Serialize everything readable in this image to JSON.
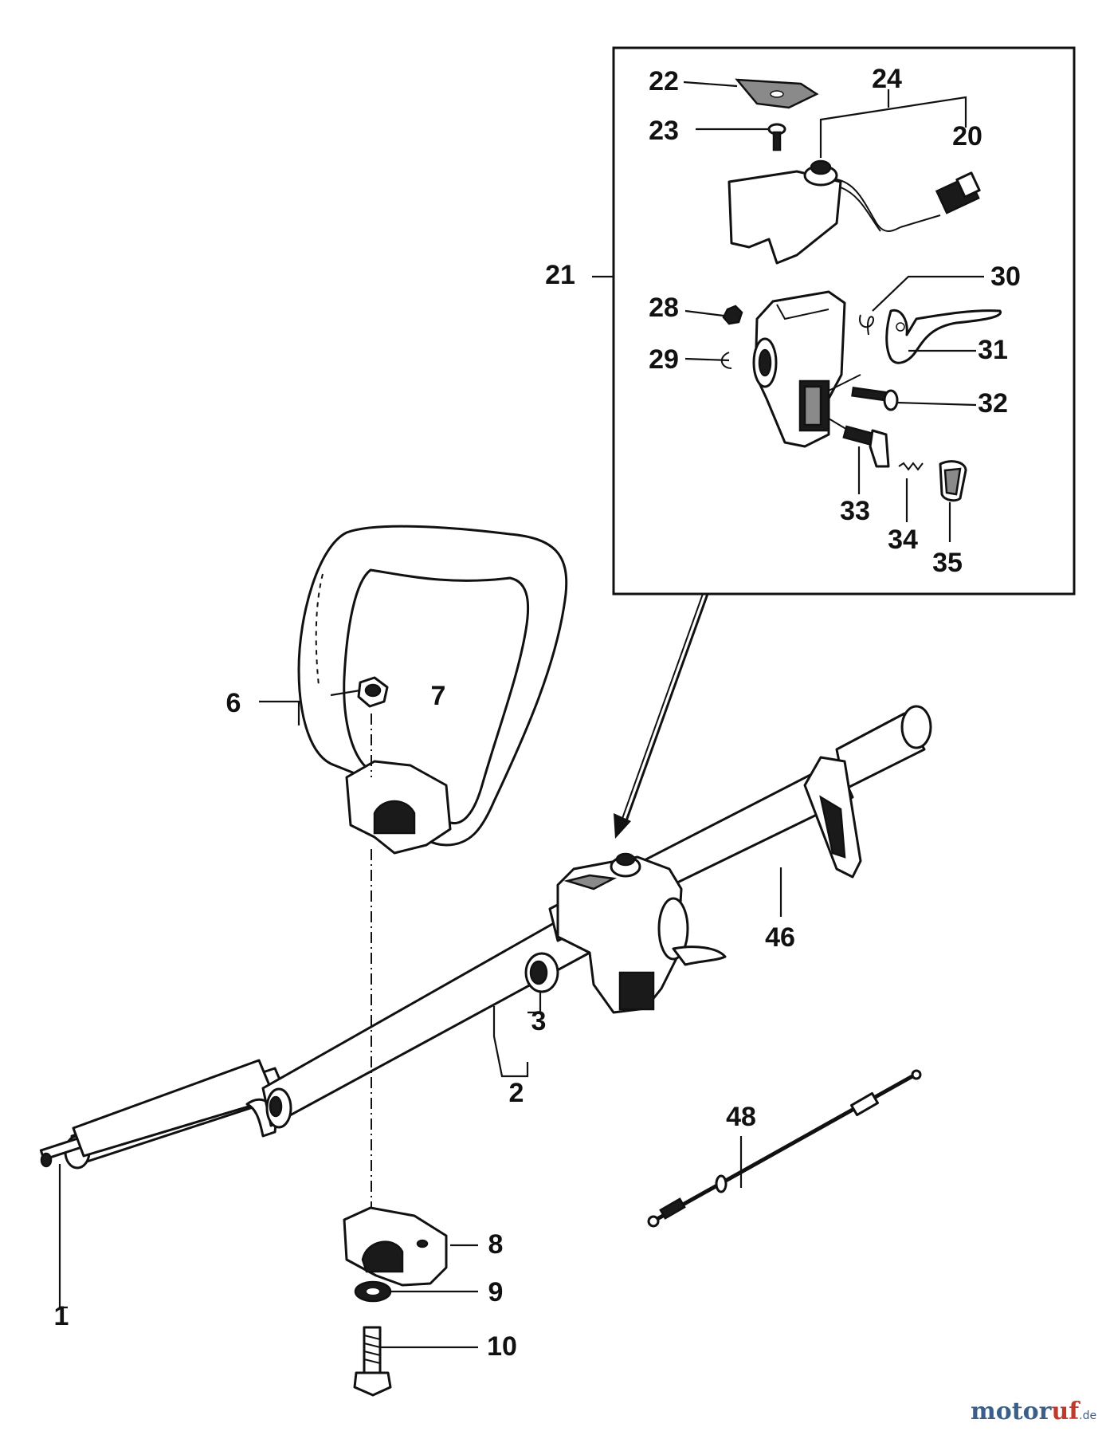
{
  "callouts": {
    "c1": "1",
    "c2": "2",
    "c3": "3",
    "c6": "6",
    "c7": "7",
    "c8": "8",
    "c9": "9",
    "c10": "10",
    "c20": "20",
    "c21": "21",
    "c22": "22",
    "c23": "23",
    "c24": "24",
    "c28": "28",
    "c29": "29",
    "c30": "30",
    "c31": "31",
    "c32": "32",
    "c33": "33",
    "c34": "34",
    "c35": "35",
    "c46": "46",
    "c48": "48"
  },
  "watermark": {
    "part_a": "motor",
    "part_b": "uf",
    "suffix": ".de"
  }
}
